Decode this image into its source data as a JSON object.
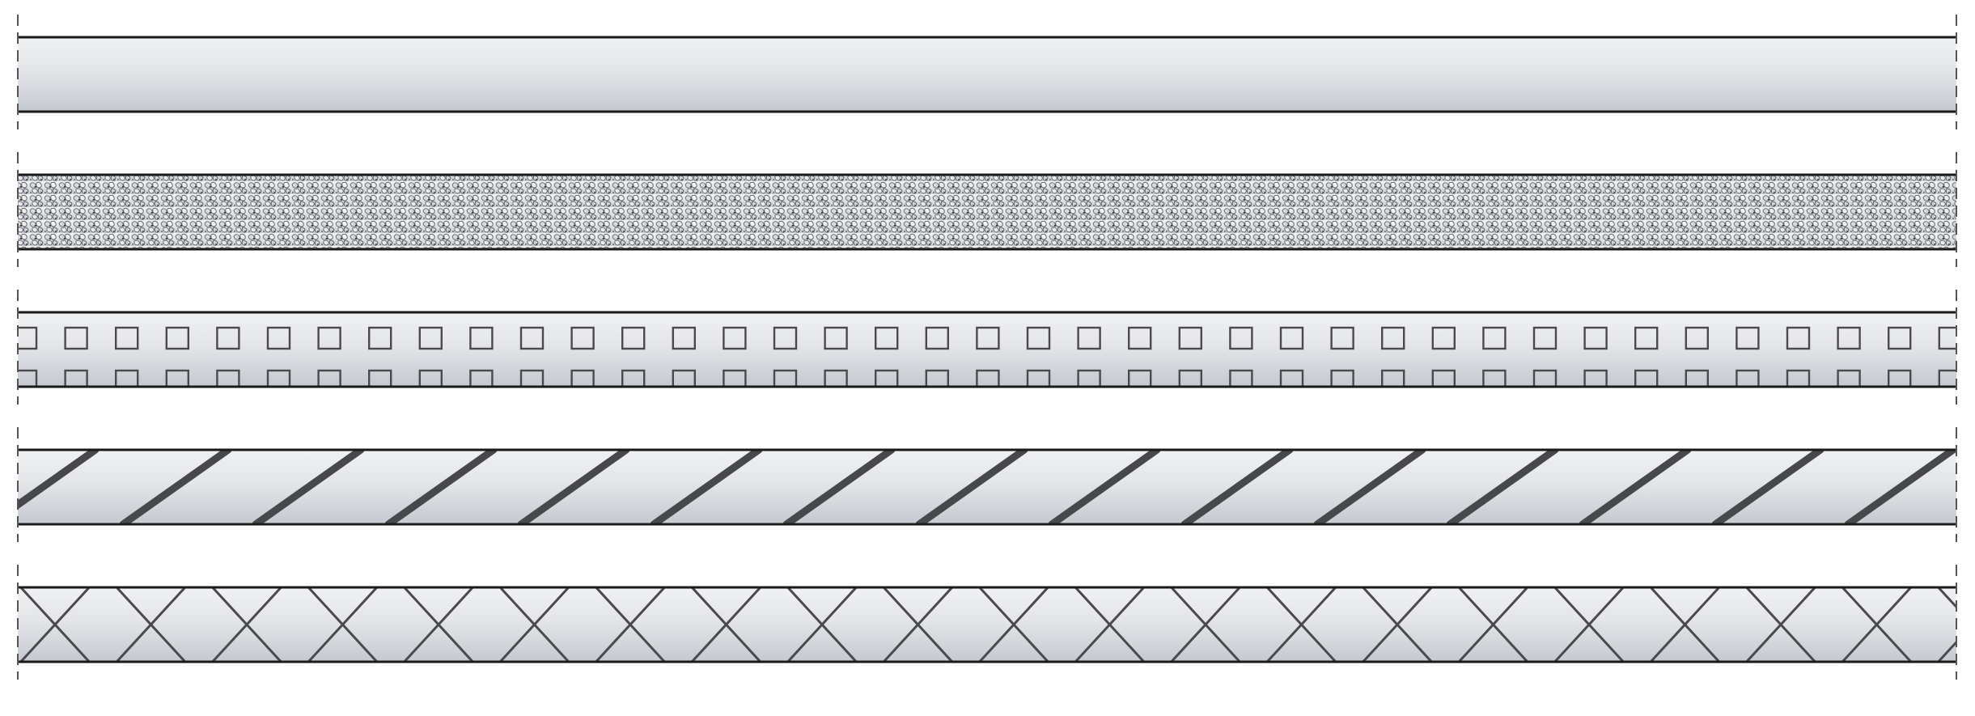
{
  "diagram": {
    "kind": "hose-construction-swatches",
    "colors": {
      "background": "#ffffff",
      "outline": "#1a1a1a",
      "pattern_stroke": "#4a4a4c",
      "pattern_stroke_heavy": "#47484b",
      "gradient_top": "#f0f1f3",
      "gradient_mid": "#e3e5e8",
      "gradient_bottom": "#c5c9d0"
    },
    "swatches": [
      {
        "id": "plain",
        "pattern": "none"
      },
      {
        "id": "textured",
        "pattern": "pebble"
      },
      {
        "id": "squares",
        "pattern": "square-grid"
      },
      {
        "id": "spiral",
        "pattern": "diagonal-spiral"
      },
      {
        "id": "braided",
        "pattern": "diamond-braid"
      }
    ]
  }
}
